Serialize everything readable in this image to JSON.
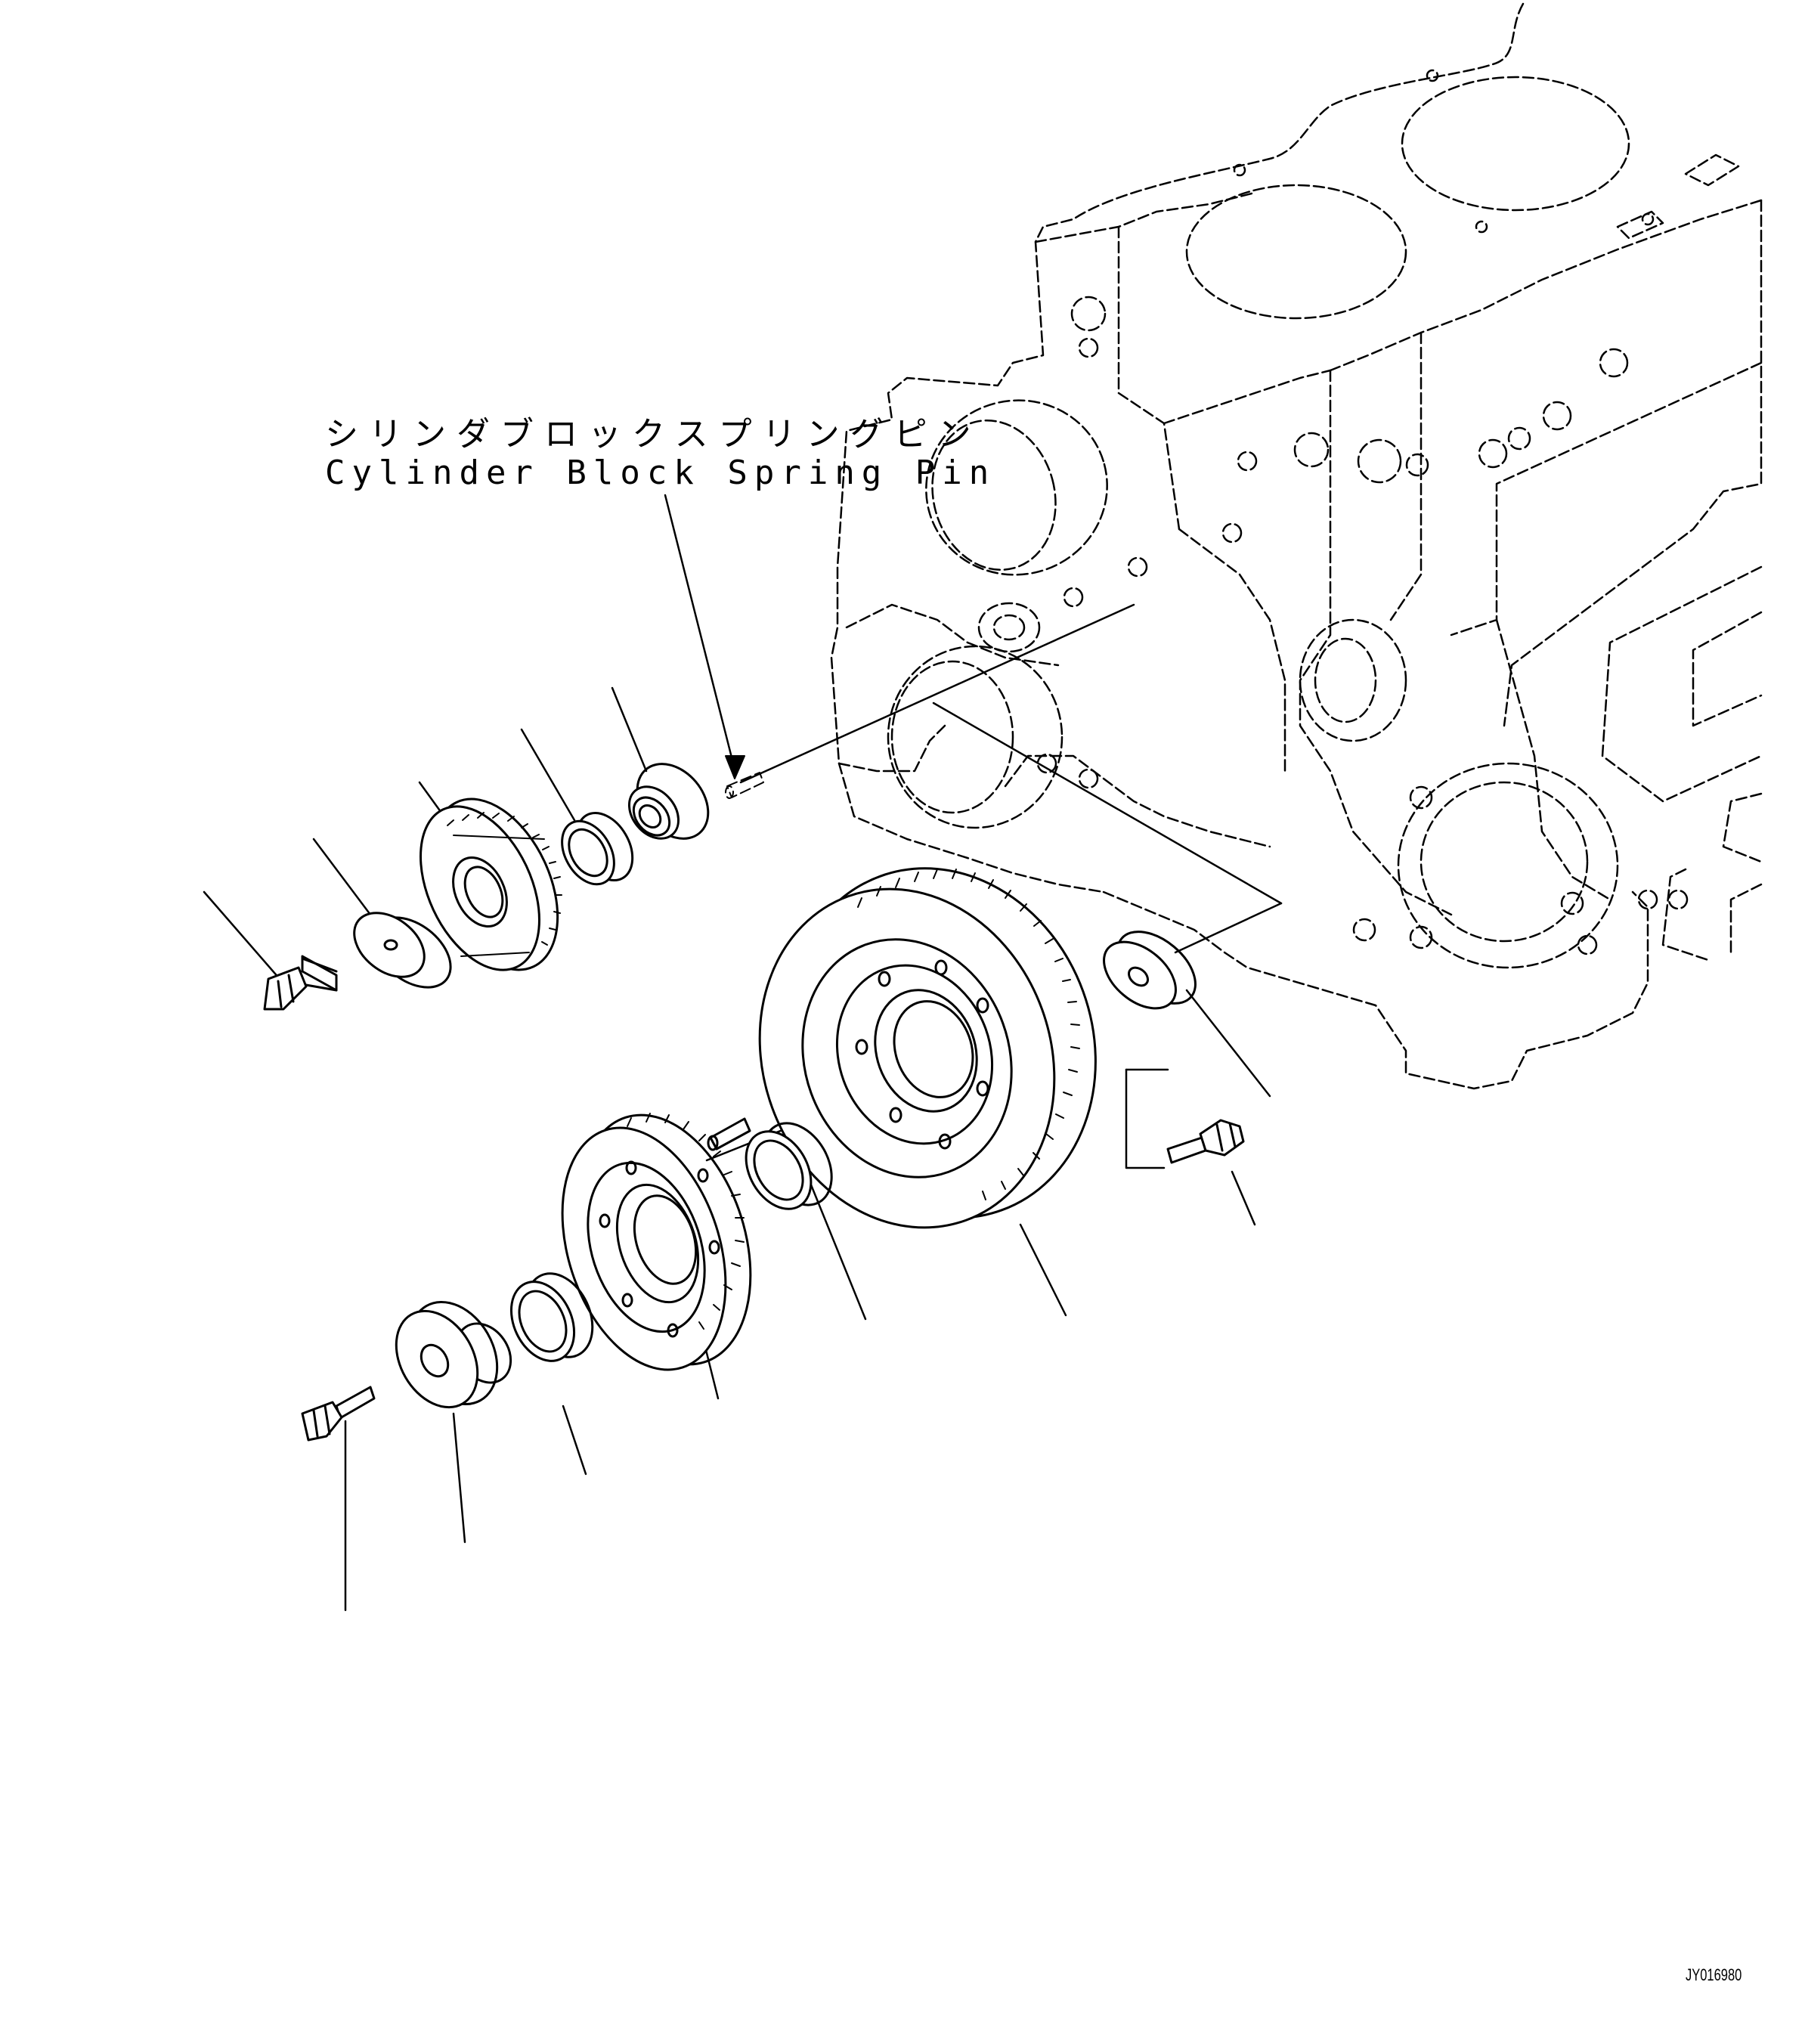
{
  "callout": {
    "label_jp": "シリンダブロックスプリングピン",
    "label_en": "Cylinder Block Spring Pin"
  },
  "drawing_code": "JY016980"
}
